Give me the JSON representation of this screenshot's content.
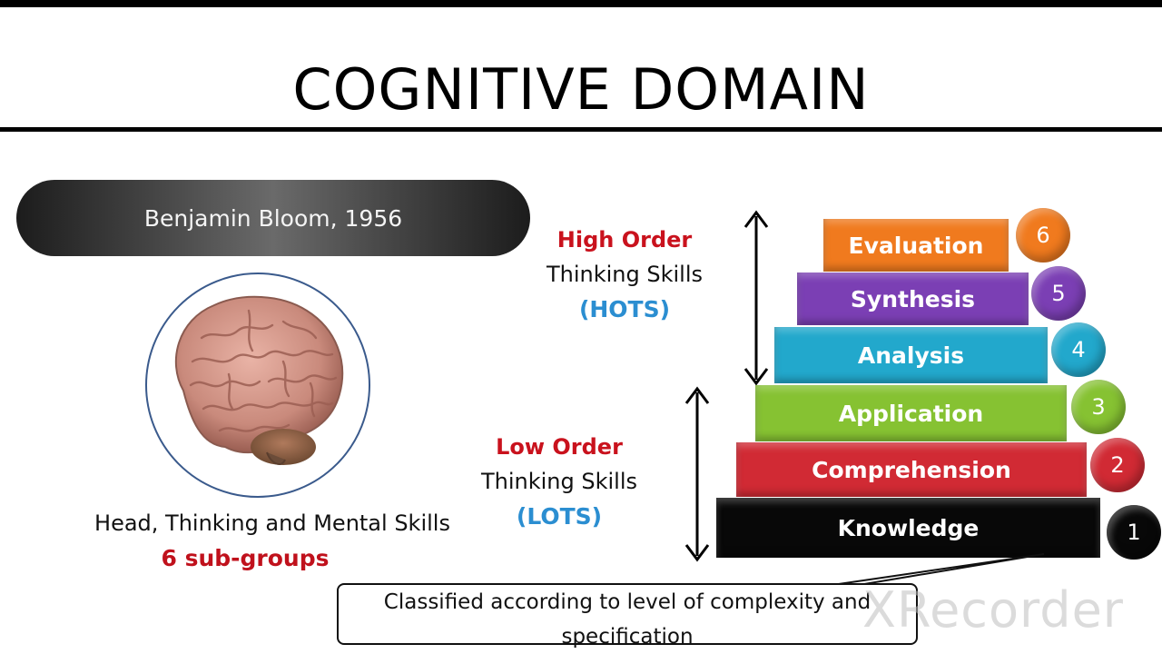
{
  "title": "COGNITIVE DOMAIN",
  "author_pill": "Benjamin Bloom, 1956",
  "caption": {
    "line1": "Head, Thinking and Mental Skills",
    "line2": "6 sub-groups"
  },
  "high_order": {
    "line1": "High Order",
    "line2": "Thinking Skills",
    "line3": "(HOTS)"
  },
  "low_order": {
    "line1": "Low Order",
    "line2": "Thinking Skills",
    "line3": "(LOTS)"
  },
  "levels": [
    {
      "number": "6",
      "label": "Evaluation",
      "color": "#f07a1e"
    },
    {
      "number": "5",
      "label": "Synthesis",
      "color": "#7b3fb4"
    },
    {
      "number": "4",
      "label": "Analysis",
      "color": "#22a8cc"
    },
    {
      "number": "3",
      "label": "Application",
      "color": "#86c232"
    },
    {
      "number": "2",
      "label": "Comprehension",
      "color": "#d12a34"
    },
    {
      "number": "1",
      "label": "Knowledge",
      "color": "#080808"
    }
  ],
  "callout": {
    "line1": "Classified according to level of complexity and",
    "line2": "specification"
  },
  "watermark": "XRecorder"
}
